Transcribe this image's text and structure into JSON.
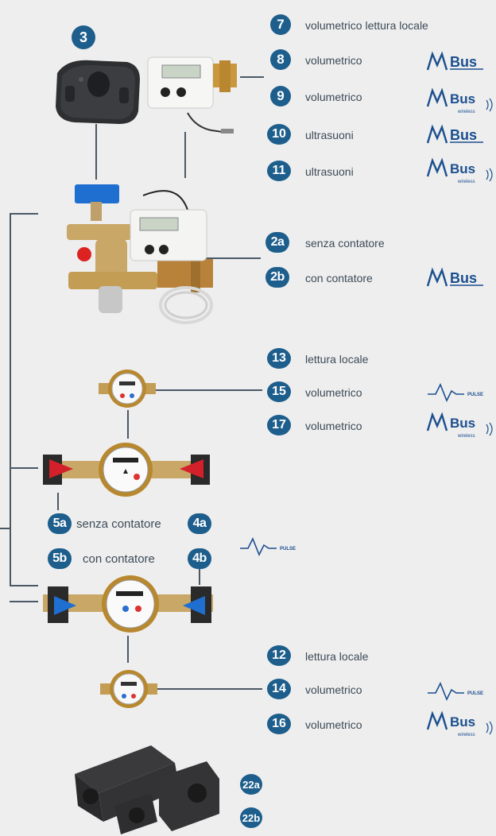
{
  "colors": {
    "badge": "#1d5e8c",
    "line": "#4a5866",
    "logo": "#1a4f8f",
    "text": "#3c4a57"
  },
  "top": {
    "badge": "3",
    "items": [
      {
        "num": "7",
        "label": "volumetrico lettura locale",
        "logo": ""
      },
      {
        "num": "8",
        "label": "volumetrico",
        "logo": "mbus"
      },
      {
        "num": "9",
        "label": "volumetrico",
        "logo": "mbus-wireless"
      },
      {
        "num": "10",
        "label": "ultrasuoni",
        "logo": "mbus"
      },
      {
        "num": "11",
        "label": "ultrasuoni",
        "logo": "mbus-wireless"
      }
    ]
  },
  "valve_group": {
    "items": [
      {
        "num": "2a",
        "label": "senza contatore",
        "logo": ""
      },
      {
        "num": "2b",
        "label": "con contatore",
        "logo": "mbus"
      }
    ]
  },
  "meter_group_1": {
    "items": [
      {
        "num": "13",
        "label": "lettura locale",
        "logo": ""
      },
      {
        "num": "15",
        "label": "volumetrico",
        "logo": "pulse"
      },
      {
        "num": "17",
        "label": "volumetrico",
        "logo": "mbus-wireless"
      }
    ]
  },
  "middle": {
    "row1": {
      "left_num": "5a",
      "label": "senza contatore",
      "right_num": "4a"
    },
    "row2": {
      "left_num": "5b",
      "label": "con contatore",
      "right_num": "4b"
    },
    "logo": "pulse"
  },
  "meter_group_2": {
    "items": [
      {
        "num": "12",
        "label": "lettura locale",
        "logo": ""
      },
      {
        "num": "14",
        "label": "volumetrico",
        "logo": "pulse"
      },
      {
        "num": "16",
        "label": "volumetrico",
        "logo": "mbus-wireless"
      }
    ]
  },
  "insulation": {
    "badges": [
      "22a",
      "22b"
    ]
  },
  "logo_text": {
    "mbus": "Bus",
    "wireless": "wireless",
    "pulse": "PULSE"
  }
}
